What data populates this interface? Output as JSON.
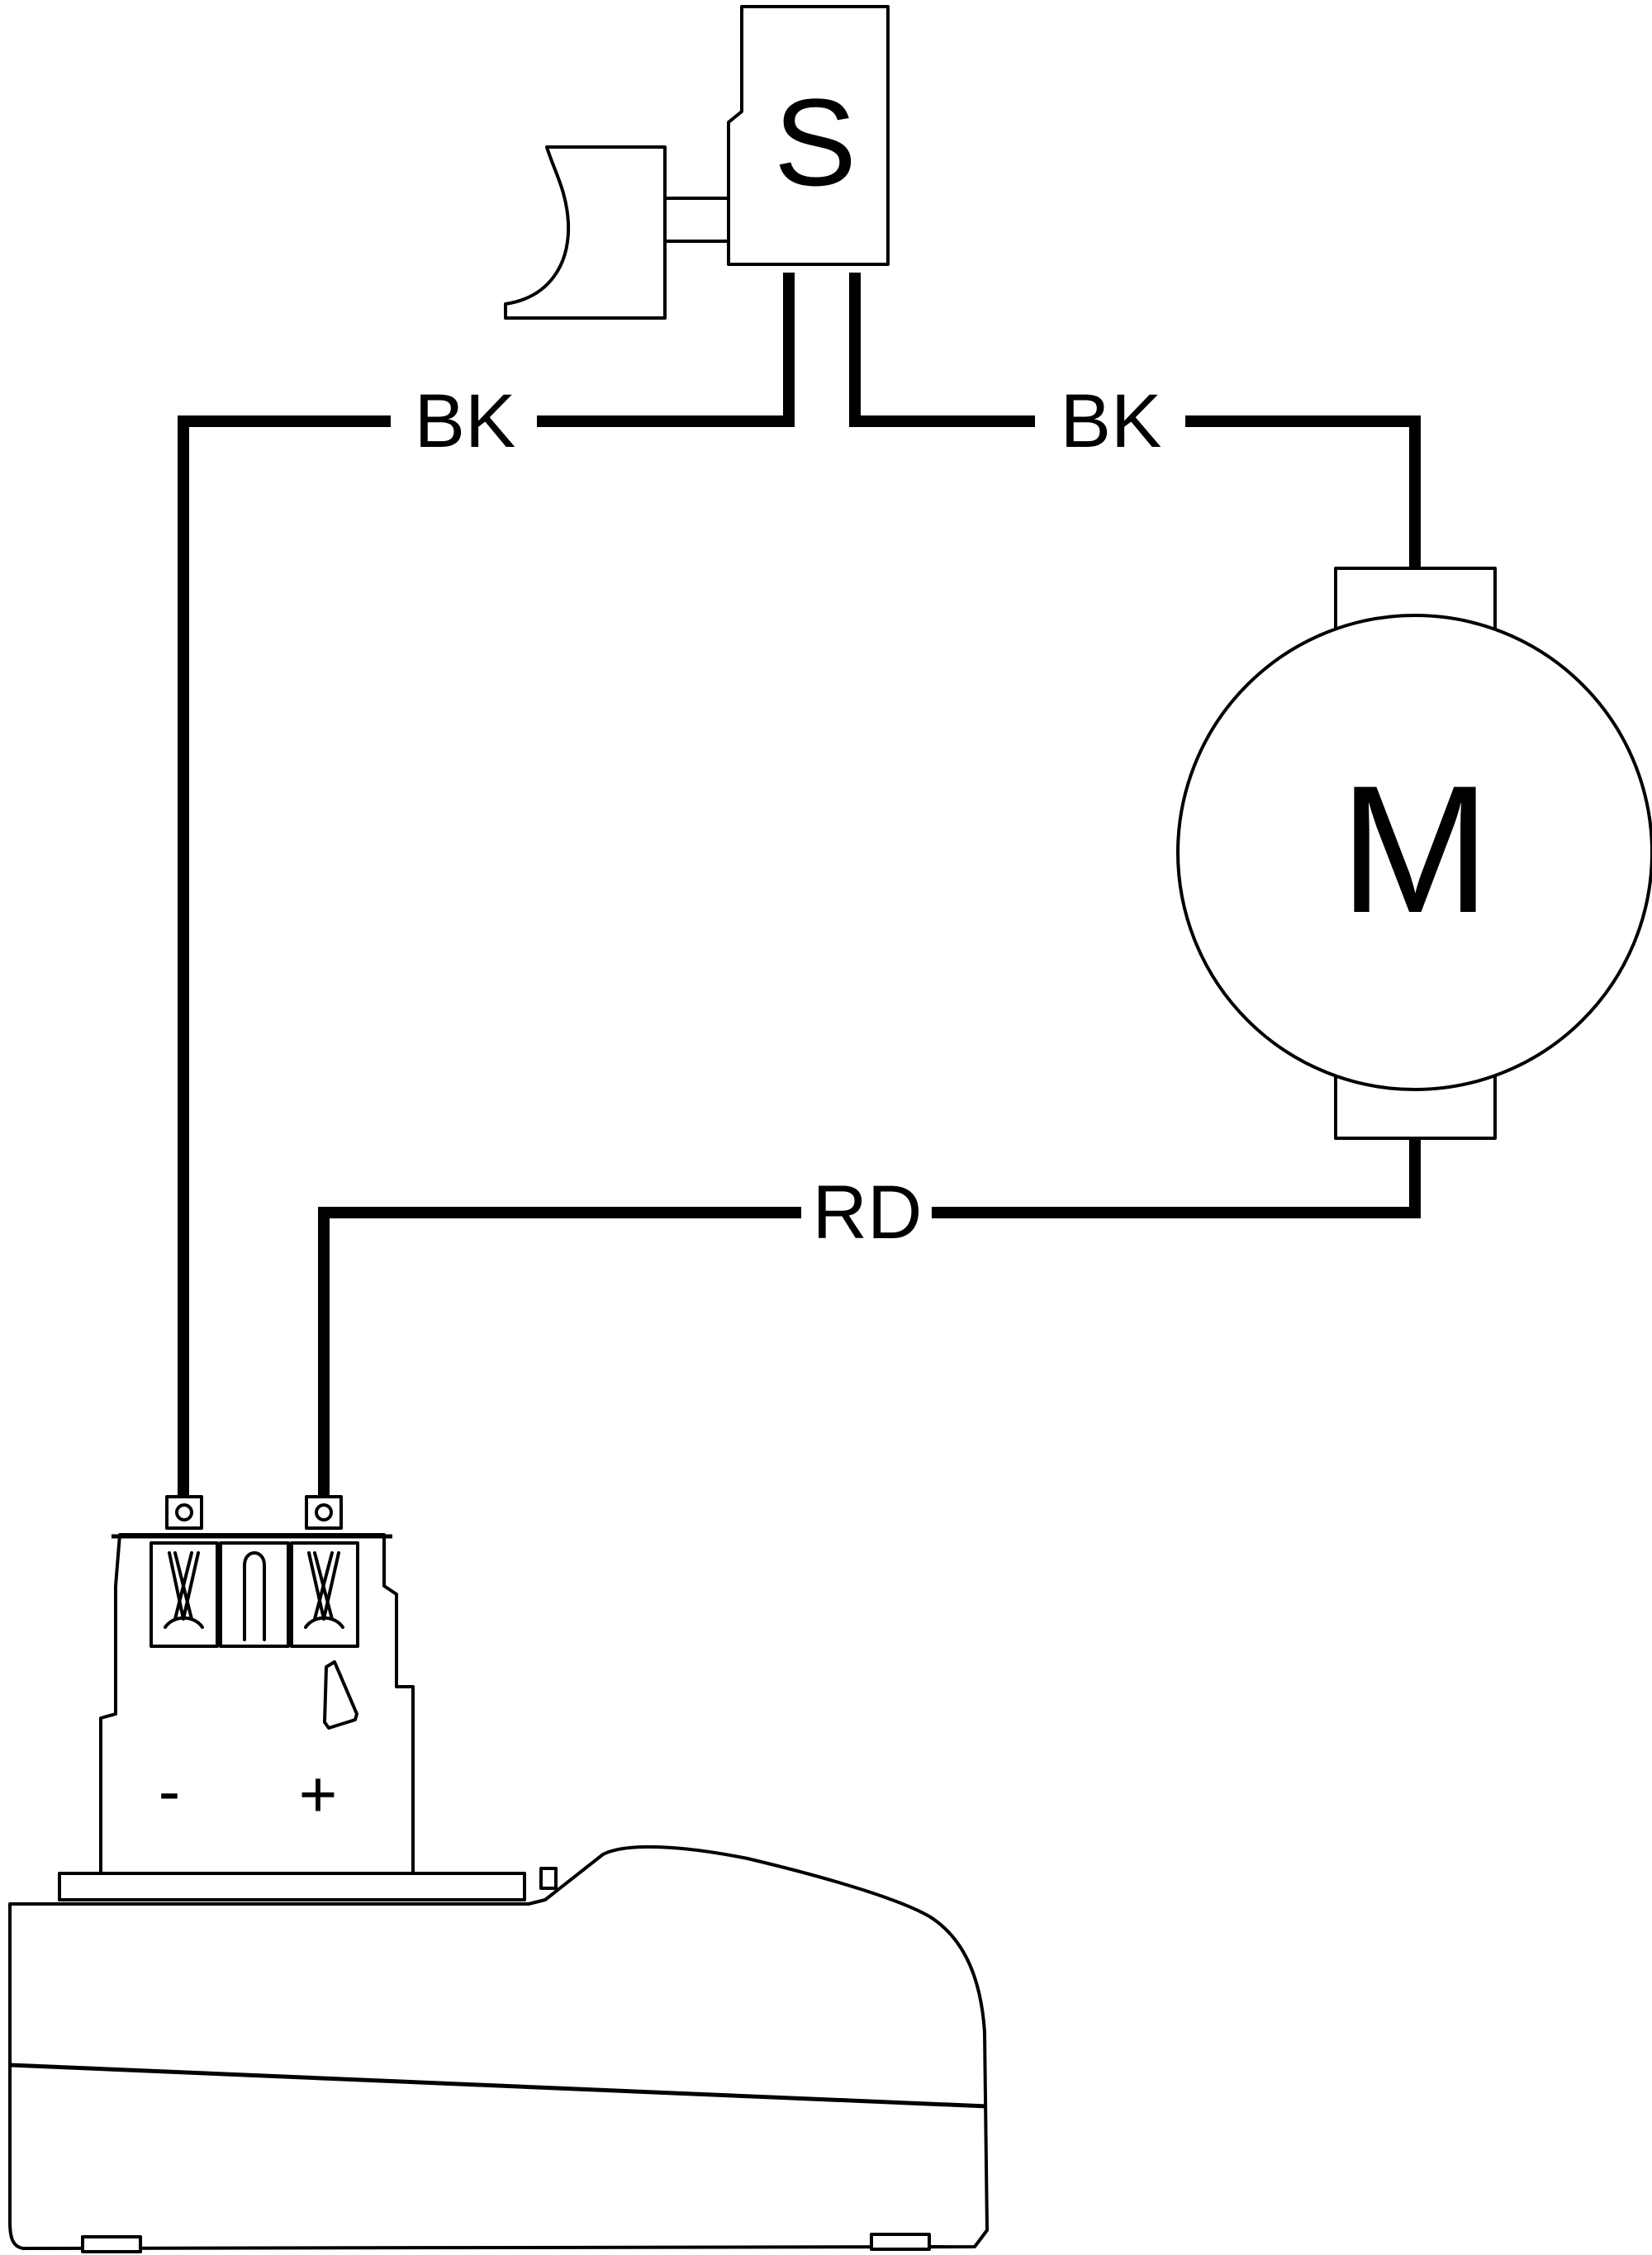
{
  "switch": {
    "letter": "S"
  },
  "motor": {
    "letter": "M"
  },
  "wires": {
    "left_label": "BK",
    "right_label": "BK",
    "bottom_label": "RD"
  },
  "battery": {
    "minus": "-",
    "plus": "+"
  },
  "colors": {
    "ink": "#000000",
    "background": "#ffffff"
  }
}
